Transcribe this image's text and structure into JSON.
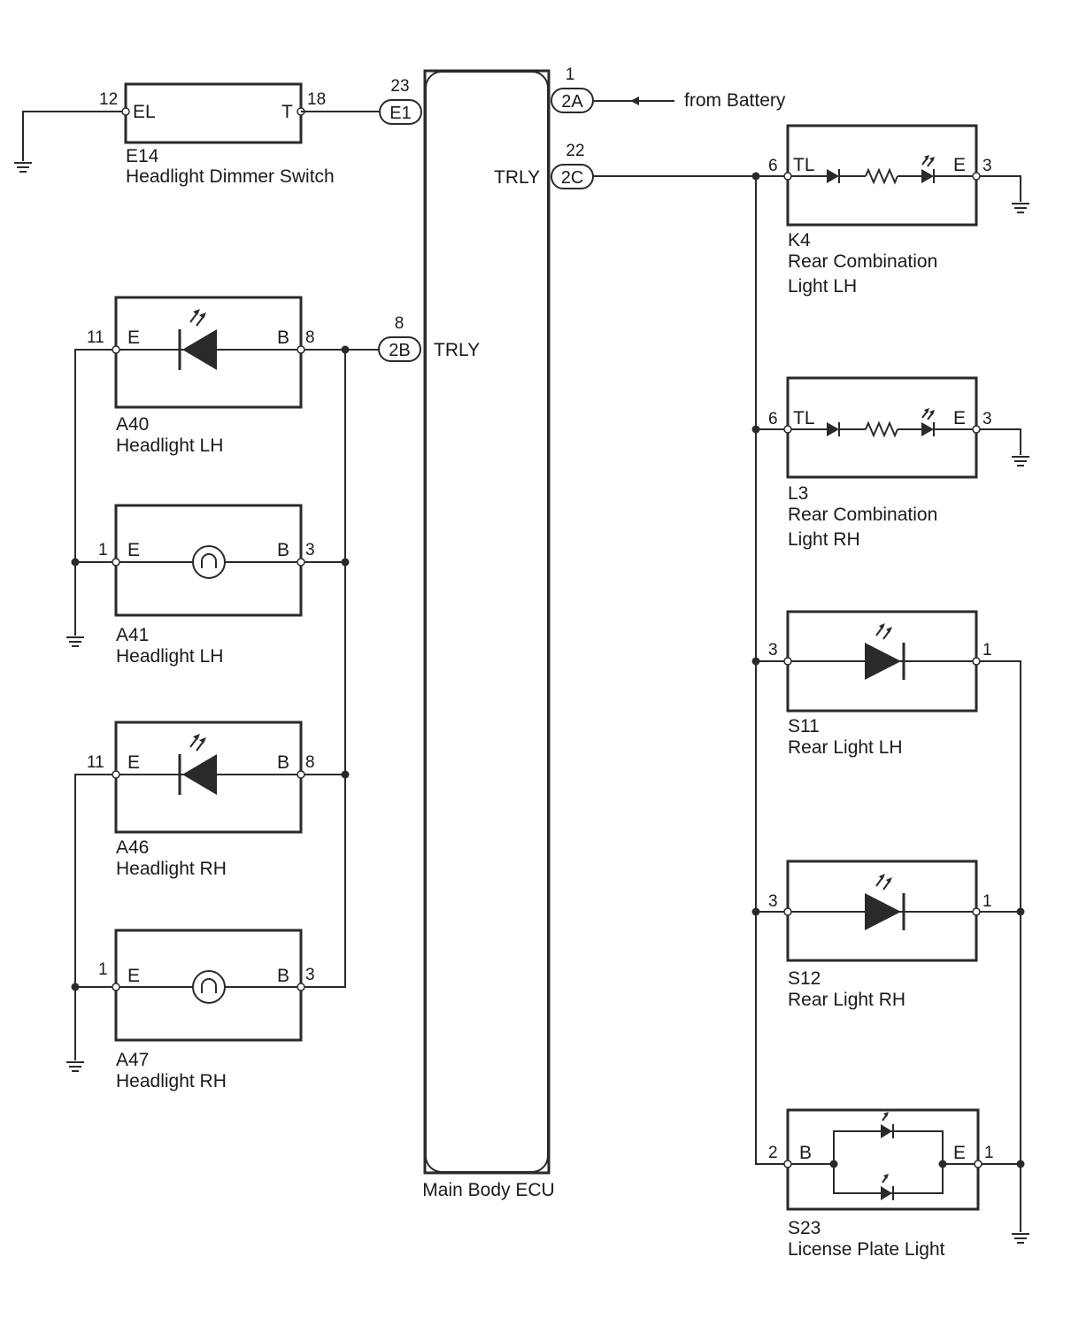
{
  "ecu": {
    "label": "Main Body ECU",
    "connectors": [
      {
        "id": "E1",
        "pin": "23"
      },
      {
        "id": "2A",
        "pin": "1",
        "source": "from Battery"
      },
      {
        "id": "2C",
        "pin": "22",
        "signal": "TRLY"
      },
      {
        "id": "2B",
        "pin": "8",
        "signal": "TRLY"
      }
    ]
  },
  "components": {
    "e14": {
      "code": "E14",
      "name": "Headlight Dimmer Switch",
      "terminals": {
        "left": "EL",
        "right": "T"
      },
      "pins": {
        "left": "12",
        "right": "18"
      }
    },
    "a40": {
      "code": "A40",
      "name": "Headlight LH",
      "terminals": {
        "left": "E",
        "right": "B"
      },
      "pins": {
        "left": "11",
        "right": "8"
      }
    },
    "a41": {
      "code": "A41",
      "name": "Headlight LH",
      "terminals": {
        "left": "E",
        "right": "B"
      },
      "pins": {
        "left": "1",
        "right": "3"
      }
    },
    "a46": {
      "code": "A46",
      "name": "Headlight RH",
      "terminals": {
        "left": "E",
        "right": "B"
      },
      "pins": {
        "left": "11",
        "right": "8"
      }
    },
    "a47": {
      "code": "A47",
      "name": "Headlight RH",
      "terminals": {
        "left": "E",
        "right": "B"
      },
      "pins": {
        "left": "1",
        "right": "3"
      }
    },
    "k4": {
      "code": "K4",
      "name_line1": "Rear Combination",
      "name_line2": "Light LH",
      "terminals": {
        "left": "TL",
        "right": "E"
      },
      "pins": {
        "left": "6",
        "right": "3"
      }
    },
    "l3": {
      "code": "L3",
      "name_line1": "Rear Combination",
      "name_line2": "Light RH",
      "terminals": {
        "left": "TL",
        "right": "E"
      },
      "pins": {
        "left": "6",
        "right": "3"
      }
    },
    "s11": {
      "code": "S11",
      "name": "Rear Light LH",
      "pins": {
        "left": "3",
        "right": "1"
      }
    },
    "s12": {
      "code": "S12",
      "name": "Rear Light RH",
      "pins": {
        "left": "3",
        "right": "1"
      }
    },
    "s23": {
      "code": "S23",
      "name": "License Plate Light",
      "terminals": {
        "left": "B",
        "right": "E"
      },
      "pins": {
        "left": "2",
        "right": "1"
      }
    }
  }
}
